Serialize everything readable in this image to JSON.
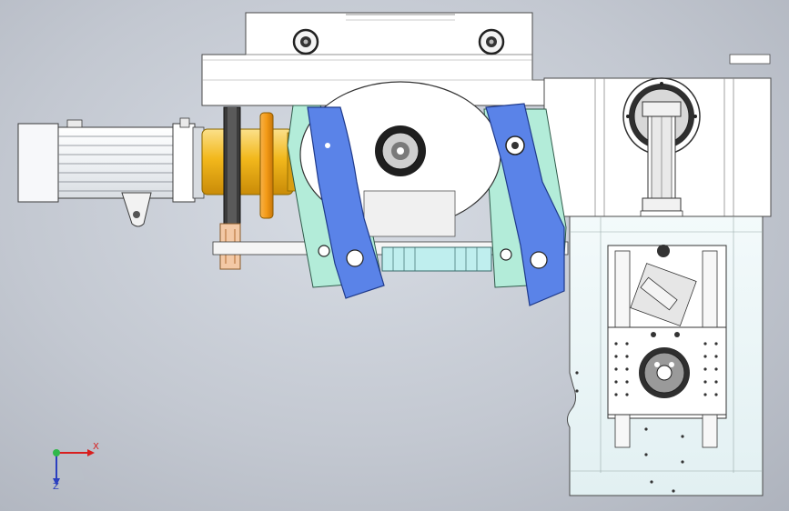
{
  "window": {
    "type": "cad-3d-viewport"
  },
  "colors": {
    "background": "#c6cbd3",
    "housing": "#ffffff",
    "housing_tint": "#eef6f7",
    "blue_link": "#5a83e8",
    "teal_link": "#b3ecd9",
    "shaft_gold": "#f2b81c",
    "flange_orange": "#f39a16",
    "axis_x": "#d81e1e",
    "axis_y": "#2fb84a",
    "axis_z": "#2b3fbf"
  },
  "icons": {
    "triad": "coordinate-triad-icon"
  },
  "triad": {
    "x_label": "X",
    "z_label": "Z"
  }
}
